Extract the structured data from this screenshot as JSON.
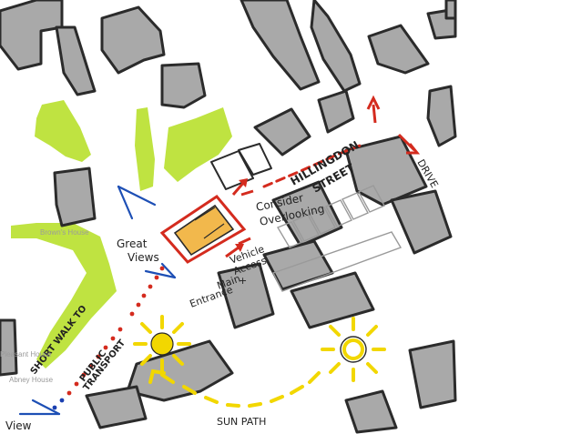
{
  "annotations": {
    "consider": "Consider",
    "overlooking": "Overlooking",
    "great": "Great",
    "views": "Views",
    "vehicle": "Vehicle",
    "access": "Access",
    "plus": "+",
    "main": "Main",
    "entrance": "Entrance",
    "street_1": "HILLINGDON",
    "street_2": "STREET",
    "drive_1": "DRIVE",
    "short_walk": "SHORT WALK TO",
    "public_1": "PUBLIC",
    "public_2": "TRANSPORT",
    "sunpath": "SUN PATH",
    "view": "View",
    "house_label_1": "Brown's House",
    "house_label_2": "Pleasant House",
    "house_label_3": "Abney House"
  },
  "colors": {
    "site_fill": "#f2b84c",
    "site_outline": "#d42b1e",
    "greenery": "#b8e02c",
    "buildings": "#a9a9a9",
    "sun": "#f2d700",
    "views": "#1d4fb5"
  }
}
